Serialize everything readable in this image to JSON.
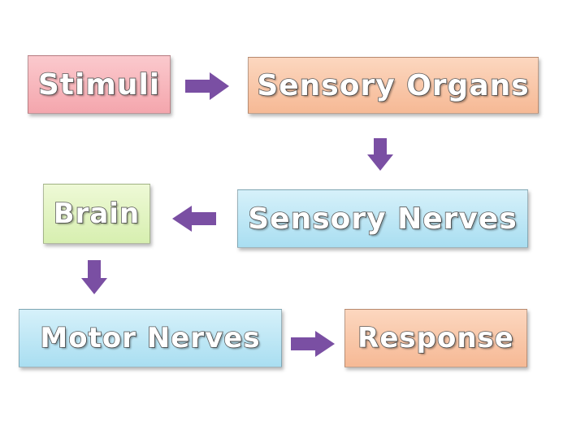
{
  "diagram": {
    "nodes": [
      {
        "id": "stimuli",
        "label": "Stimuli",
        "color": "#f7b3b8"
      },
      {
        "id": "sensory-organs",
        "label": "Sensory Organs",
        "color": "#f9c7a6"
      },
      {
        "id": "sensory-nerves",
        "label": "Sensory Nerves",
        "color": "#bfe7f5"
      },
      {
        "id": "brain",
        "label": "Brain",
        "color": "#e2f5bf"
      },
      {
        "id": "motor-nerves",
        "label": "Motor Nerves",
        "color": "#bfe7f5"
      },
      {
        "id": "response",
        "label": "Response",
        "color": "#f9c7a6"
      }
    ],
    "edges": [
      {
        "from": "stimuli",
        "to": "sensory-organs"
      },
      {
        "from": "sensory-organs",
        "to": "sensory-nerves"
      },
      {
        "from": "sensory-nerves",
        "to": "brain"
      },
      {
        "from": "brain",
        "to": "motor-nerves"
      },
      {
        "from": "motor-nerves",
        "to": "response"
      }
    ],
    "arrow_color": "#7a4fa3"
  }
}
